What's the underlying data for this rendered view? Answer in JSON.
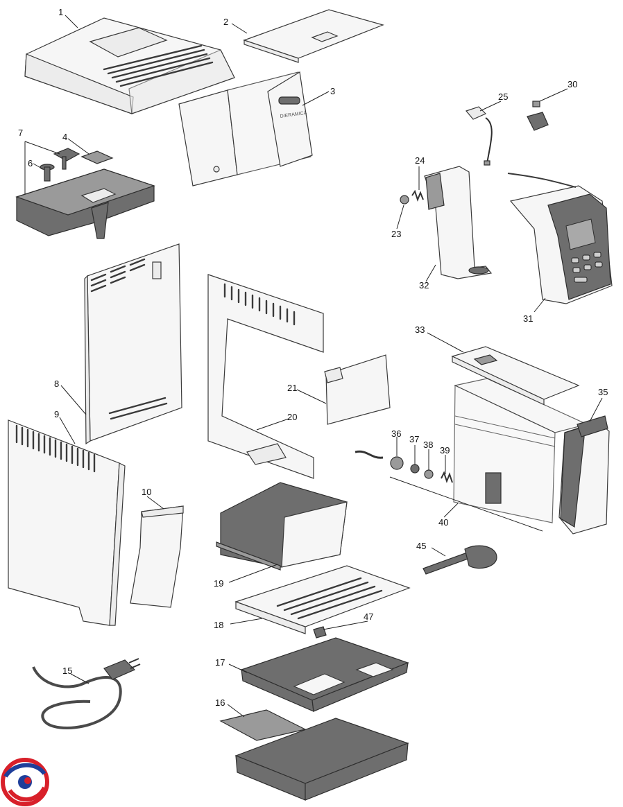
{
  "callouts": [
    {
      "id": "1",
      "label": "1"
    },
    {
      "id": "2",
      "label": "2"
    },
    {
      "id": "3",
      "label": "3"
    },
    {
      "id": "4",
      "label": "4"
    },
    {
      "id": "6",
      "label": "6"
    },
    {
      "id": "7",
      "label": "7"
    },
    {
      "id": "8",
      "label": "8"
    },
    {
      "id": "9",
      "label": "9"
    },
    {
      "id": "10",
      "label": "10"
    },
    {
      "id": "15",
      "label": "15"
    },
    {
      "id": "16",
      "label": "16"
    },
    {
      "id": "17",
      "label": "17"
    },
    {
      "id": "18",
      "label": "18"
    },
    {
      "id": "19",
      "label": "19"
    },
    {
      "id": "20",
      "label": "20"
    },
    {
      "id": "21",
      "label": "21"
    },
    {
      "id": "23",
      "label": "23"
    },
    {
      "id": "24",
      "label": "24"
    },
    {
      "id": "25",
      "label": "25"
    },
    {
      "id": "30",
      "label": "30"
    },
    {
      "id": "31",
      "label": "31"
    },
    {
      "id": "32",
      "label": "32"
    },
    {
      "id": "33",
      "label": "33"
    },
    {
      "id": "35",
      "label": "35"
    },
    {
      "id": "36",
      "label": "36"
    },
    {
      "id": "37",
      "label": "37"
    },
    {
      "id": "38",
      "label": "38"
    },
    {
      "id": "39",
      "label": "39"
    },
    {
      "id": "40",
      "label": "40"
    },
    {
      "id": "45",
      "label": "45"
    },
    {
      "id": "47",
      "label": "47"
    }
  ],
  "part3_brand_text": "DIERAMICA",
  "colors": {
    "part_outline": "#3a3a3a",
    "part_light": "#ececec",
    "part_dark": "#6e6e6e",
    "logo_red": "#d8202a",
    "logo_blue": "#1f3f9a"
  }
}
